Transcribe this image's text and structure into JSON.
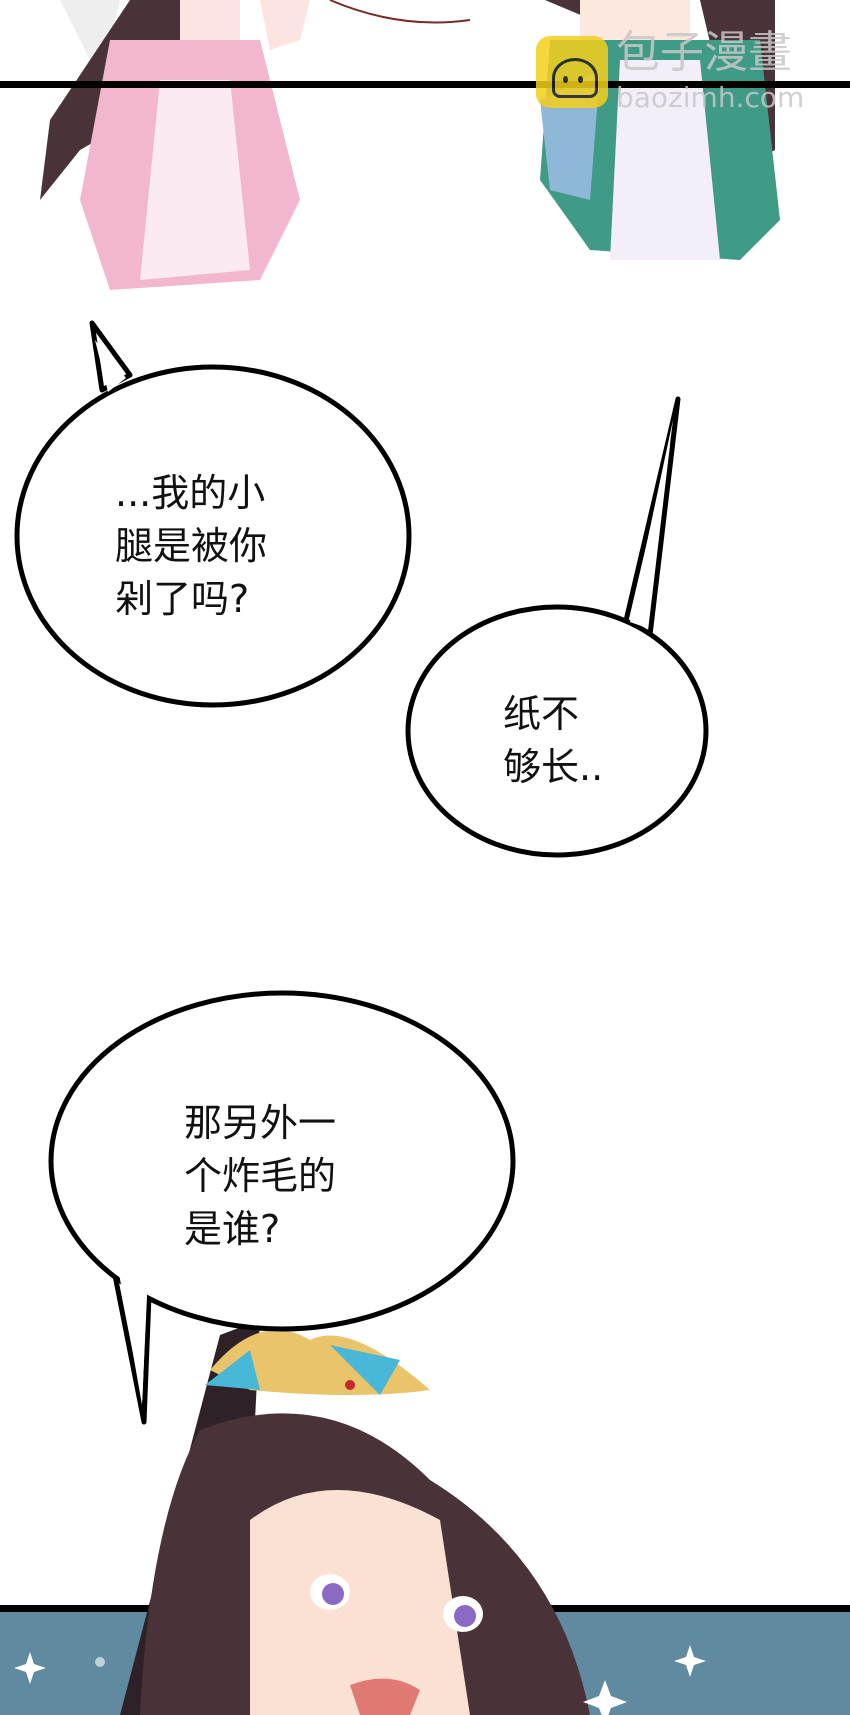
{
  "bubbles": [
    {
      "lines": "...我的小\n腿是被你\n剁了吗?"
    },
    {
      "lines": "纸不\n够长.."
    },
    {
      "lines": "那另外一\n个炸毛的\n是谁?"
    }
  ],
  "watermark": {
    "title": "包子漫畫",
    "url": "baozimh.com",
    "logo": "baozi-logo-icon"
  },
  "colors": {
    "panel_border": "#000000",
    "bottom_panel_bg": "#5f8aa0",
    "hair": "#4a3338",
    "pink_robe": "#f3b6cf",
    "green_robe": "#3f9a86"
  }
}
